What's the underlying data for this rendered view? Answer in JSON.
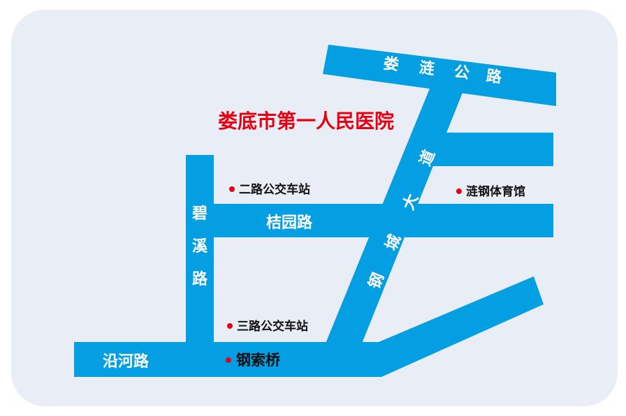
{
  "hospital": {
    "name": "娄底市第一人民医院",
    "color": "#e60012"
  },
  "colors": {
    "road": "#049ee3",
    "background": "#e9edf6",
    "poi_marker": "#e60012",
    "road_text": "#ffffff",
    "poi_text": "#111111"
  },
  "roads": {
    "loulian": {
      "chars": [
        "娄",
        "涟",
        "公",
        "路"
      ]
    },
    "gangcheng": {
      "chars": [
        "道",
        "大",
        "城",
        "钢"
      ]
    },
    "jieyuan": {
      "name": "桔园路"
    },
    "bixi": {
      "chars": [
        "碧",
        "溪",
        "路"
      ]
    },
    "yanhe": {
      "name": "沿河路"
    }
  },
  "pois": {
    "bus_stop_2": {
      "name": "二路公交车站"
    },
    "liangang_stadium": {
      "name": "涟钢体育馆"
    },
    "bus_stop_3": {
      "name": "三路公交车站"
    },
    "gangsuo_bridge": {
      "name": "钢索桥"
    }
  }
}
